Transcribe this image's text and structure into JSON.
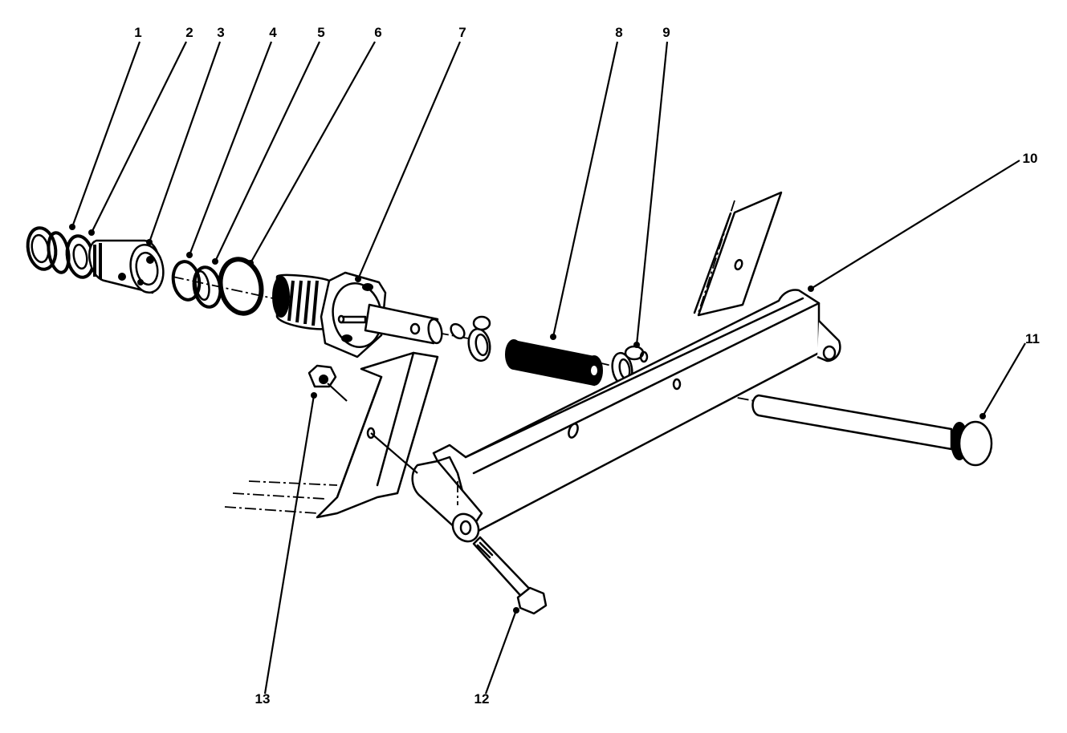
{
  "diagram": {
    "type": "exploded-parts-view",
    "colors": {
      "ink": "#000000",
      "background": "#ffffff"
    },
    "callouts": [
      {
        "number": "1"
      },
      {
        "number": "2"
      },
      {
        "number": "3"
      },
      {
        "number": "4"
      },
      {
        "number": "5"
      },
      {
        "number": "6"
      },
      {
        "number": "7"
      },
      {
        "number": "8"
      },
      {
        "number": "9"
      },
      {
        "number": "10"
      },
      {
        "number": "11"
      },
      {
        "number": "12"
      },
      {
        "number": "13"
      }
    ]
  }
}
